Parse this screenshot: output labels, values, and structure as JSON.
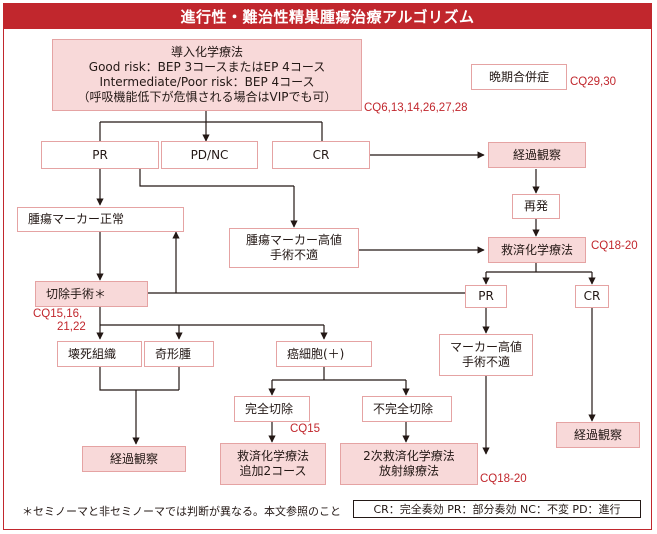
{
  "title": "進行性・難治性精巣腫瘍治療アルゴリズム",
  "boxes": {
    "induction": [
      "導入化学療法",
      "Good risk：BEP 3コースまたはEP 4コース",
      "Intermediate/Poor risk：BEP 4コース",
      "（呼吸機能低下が危惧される場合はVIPでも可）"
    ],
    "late_complication": "晩期合併症",
    "pr": "PR",
    "pd_nc": "PD/NC",
    "cr": "CR",
    "observation_top": "経過観察",
    "marker_normal": "腫瘍マーカー正常",
    "marker_high_inoperable": [
      "腫瘍マーカー高値",
      "手術不適"
    ],
    "relapse": "再発",
    "salvage_chemo": "救済化学療法",
    "resection": "切除手術＊",
    "salvage_pr": "PR",
    "salvage_cr": "CR",
    "necrosis": "壊死組織",
    "teratoma": "奇形腫",
    "cancer_cells": "癌細胞(＋)",
    "marker_high_inoperable_2": [
      "マーカー高値",
      "手術不適"
    ],
    "complete_resection": "完全切除",
    "incomplete_resection": "不完全切除",
    "observation_bottom_left": "経過観察",
    "salvage_additional": [
      "救済化学療法",
      "追加2コース"
    ],
    "second_line": [
      "2次救済化学療法",
      "放射線療法"
    ],
    "observation_right": "経過観察"
  },
  "cq_labels": {
    "late_complication": "CQ29,30",
    "induction": "CQ6,13,14,26,27,28",
    "salvage": "CQ18-20",
    "resection": [
      "CQ15,16,",
      "21,22"
    ],
    "complete": "CQ15",
    "second_line": "CQ18-20"
  },
  "footnote": "＊セミノーマと非セミノーマでは判断が異なる。本文参照のこと",
  "legend": "CR：完全奏効  PR：部分奏効  NC：不変  PD：進行",
  "colors": {
    "accent": "#c1272d",
    "box_fill": "#f8d9d9",
    "box_border": "#e5a3a3",
    "line": "#231815"
  }
}
